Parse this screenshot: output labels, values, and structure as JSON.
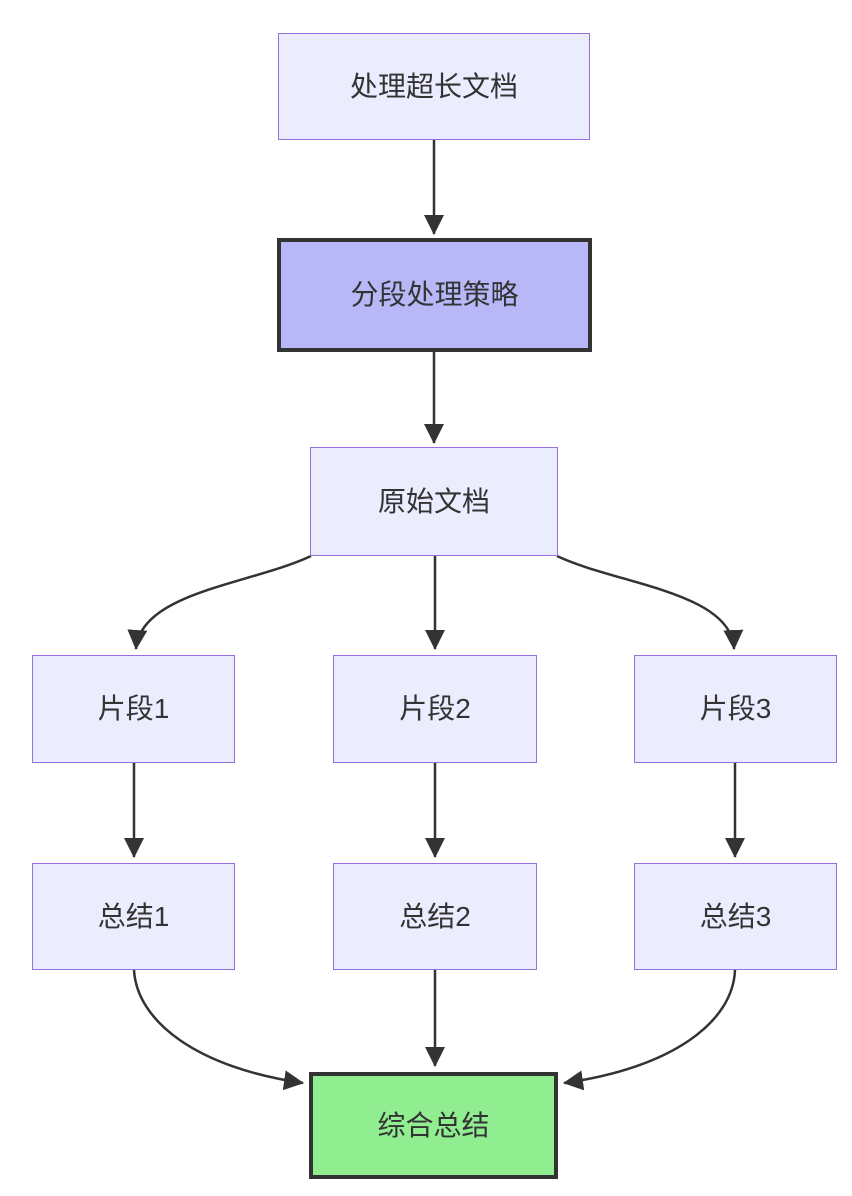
{
  "diagram": {
    "type": "flowchart",
    "direction": "top-down",
    "nodes": {
      "task": {
        "label": "处理超长文档",
        "style": "default"
      },
      "strategy": {
        "label": "分段处理策略",
        "style": "highlight"
      },
      "doc": {
        "label": "原始文档",
        "style": "default"
      },
      "chunk1": {
        "label": "片段1",
        "style": "default"
      },
      "chunk2": {
        "label": "片段2",
        "style": "default"
      },
      "chunk3": {
        "label": "片段3",
        "style": "default"
      },
      "sum1": {
        "label": "总结1",
        "style": "default"
      },
      "sum2": {
        "label": "总结2",
        "style": "default"
      },
      "sum3": {
        "label": "总结3",
        "style": "default"
      },
      "final": {
        "label": "综合总结",
        "style": "success"
      }
    },
    "edges": [
      {
        "from": "task",
        "to": "strategy"
      },
      {
        "from": "strategy",
        "to": "doc"
      },
      {
        "from": "doc",
        "to": "chunk1"
      },
      {
        "from": "doc",
        "to": "chunk2"
      },
      {
        "from": "doc",
        "to": "chunk3"
      },
      {
        "from": "chunk1",
        "to": "sum1"
      },
      {
        "from": "chunk2",
        "to": "sum2"
      },
      {
        "from": "chunk3",
        "to": "sum3"
      },
      {
        "from": "sum1",
        "to": "final"
      },
      {
        "from": "sum2",
        "to": "final"
      },
      {
        "from": "sum3",
        "to": "final"
      }
    ],
    "colors": {
      "node_fill": "#ECECFF",
      "node_border": "#9370DB",
      "highlight_fill": "#b8b8f8",
      "success_fill": "#90ee90",
      "dark_border": "#333333",
      "edge": "#333333",
      "text": "#333333",
      "background": "#ffffff"
    }
  }
}
